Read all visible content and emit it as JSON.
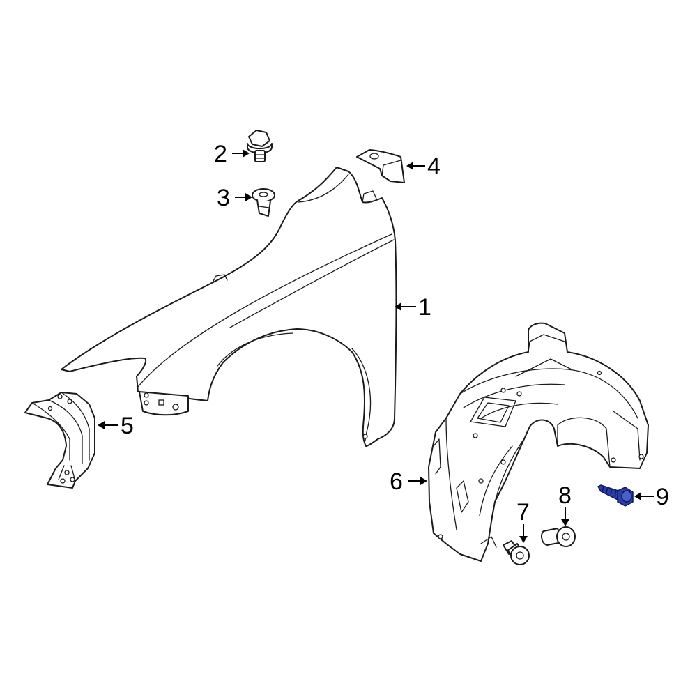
{
  "callouts": [
    "1",
    "2",
    "3",
    "4",
    "5",
    "6",
    "7",
    "8",
    "9"
  ],
  "colors": {
    "line": "#1a1a1a",
    "highlight": "#2b3ea8",
    "background": "#ffffff"
  }
}
